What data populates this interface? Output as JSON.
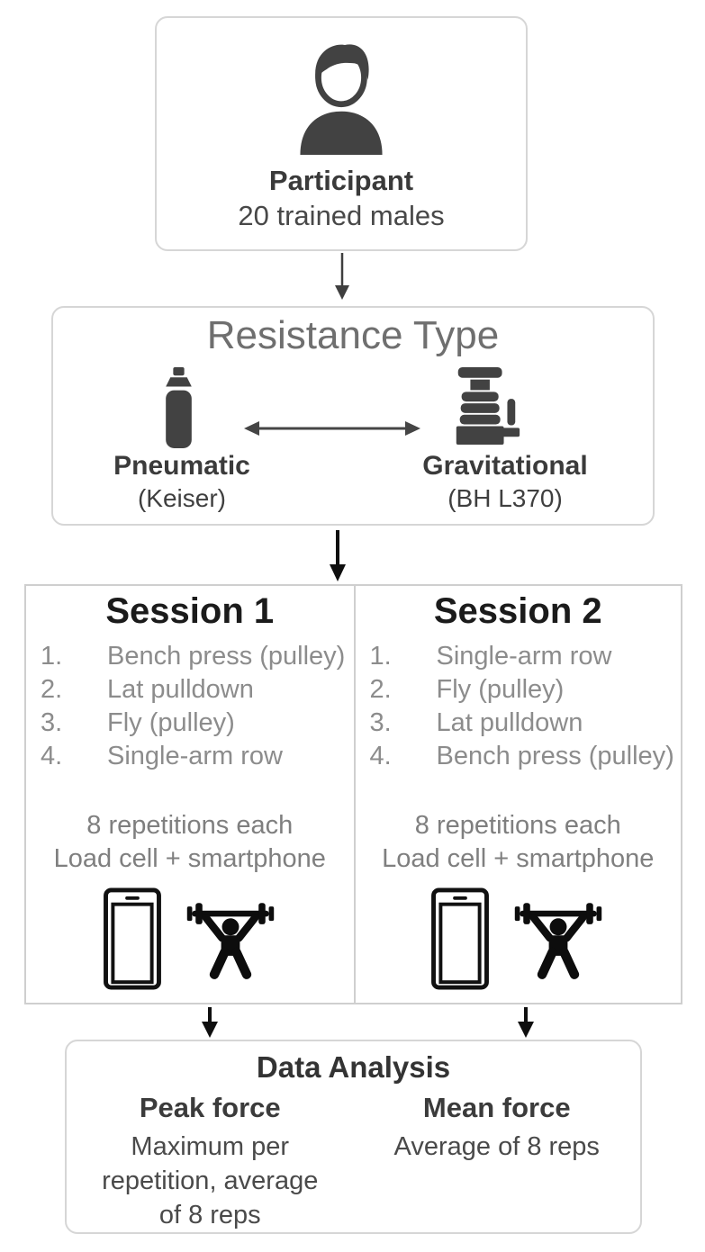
{
  "colors": {
    "box_border": "#d6d6d6",
    "icon_gray": "#424242",
    "title_gray": "#6f6f6f",
    "list_text_gray": "#8c8c8c",
    "text_dark": "#2f2f2f",
    "arrow_black": "#111111"
  },
  "participant": {
    "icon": "person-icon",
    "title": "Participant",
    "subtitle": "20 trained males"
  },
  "resistance": {
    "title": "Resistance Type",
    "options": [
      {
        "icon": "gas-cylinder-icon",
        "label": "Pneumatic",
        "sublabel": "(Keiser)"
      },
      {
        "icon": "weight-stack-icon",
        "label": "Gravitational",
        "sublabel": "(BH L370)"
      }
    ]
  },
  "list_numbers": [
    "1.",
    "2.",
    "3.",
    "4."
  ],
  "sessions": [
    {
      "title": "Session 1",
      "exercises": [
        "Bench press (pulley)",
        "Lat pulldown",
        "Fly (pulley)",
        "Single-arm row"
      ],
      "notes": [
        "8 repetitions each",
        "Load cell + smartphone"
      ],
      "icons": [
        "smartphone-icon",
        "weightlifter-icon"
      ]
    },
    {
      "title": "Session 2",
      "exercises": [
        "Single-arm row",
        "Fly (pulley)",
        "Lat pulldown",
        "Bench press (pulley)"
      ],
      "notes": [
        "8 repetitions each",
        "Load cell + smartphone"
      ],
      "icons": [
        "smartphone-icon",
        "weightlifter-icon"
      ]
    }
  ],
  "analysis": {
    "title": "Data Analysis",
    "metrics": [
      {
        "label": "Peak force",
        "description": "Maximum per repetition, average of 8 reps"
      },
      {
        "label": "Mean force",
        "description": "Average of 8 reps"
      }
    ]
  }
}
